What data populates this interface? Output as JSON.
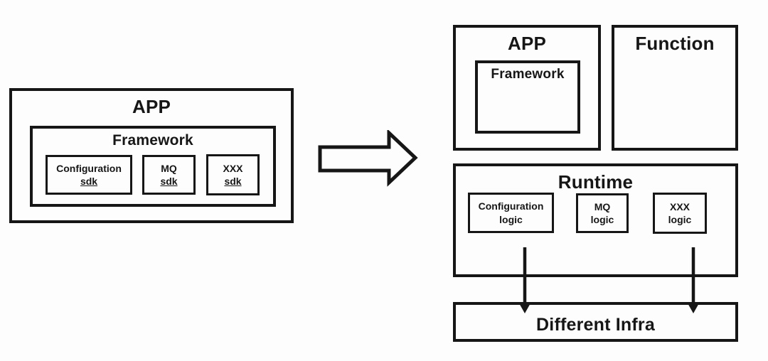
{
  "colors": {
    "stroke": "#161616",
    "background": "#fdfdfd",
    "text": "#161616"
  },
  "left_diagram": {
    "app_label": "APP",
    "framework_label": "Framework",
    "sdk_boxes": [
      {
        "name": "Configuration",
        "suffix": "sdk"
      },
      {
        "name": "MQ",
        "suffix": "sdk"
      },
      {
        "name": "XXX",
        "suffix": "sdk"
      }
    ]
  },
  "right_diagram": {
    "app_label": "APP",
    "framework_label": "Framework",
    "function_label": "Function",
    "runtime_label": "Runtime",
    "logic_boxes": [
      {
        "name": "Configuration",
        "suffix": "logic"
      },
      {
        "name": "MQ",
        "suffix": "logic"
      },
      {
        "name": "XXX",
        "suffix": "logic"
      }
    ],
    "infra_label": "Different Infra"
  }
}
